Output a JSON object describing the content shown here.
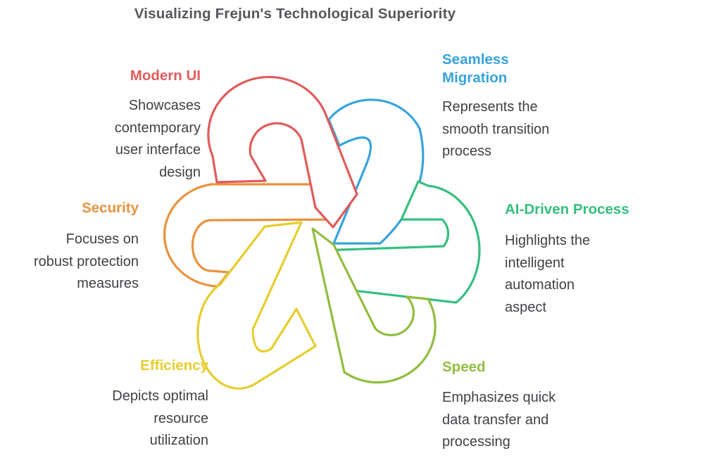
{
  "title": "Visualizing Frejun's Technological Superiority",
  "features": [
    {
      "id": "modern-ui",
      "label": "Modern UI",
      "description": "Showcases\ncontemporary\nuser interface\ndesign",
      "color": "#E15B5B",
      "align": "right"
    },
    {
      "id": "seamless-migration",
      "label": "Seamless\nMigration",
      "description": "Represents the\nsmooth transition\nprocess",
      "color": "#35A3DC",
      "align": "left"
    },
    {
      "id": "security",
      "label": "Security",
      "description": "Focuses on\nrobust protection\nmeasures",
      "color": "#E8923E",
      "align": "right"
    },
    {
      "id": "ai-driven-process",
      "label": "AI-Driven Process",
      "description": "Highlights the\nintelligent\nautomation\naspect",
      "color": "#35BE7E",
      "align": "left"
    },
    {
      "id": "efficiency",
      "label": "Efficiency",
      "description": "Depicts optimal\nresource\nutilization",
      "color": "#E6CD2E",
      "align": "right"
    },
    {
      "id": "speed",
      "label": "Speed",
      "description": "Emphasizes quick\ndata transfer and\nprocessing",
      "color": "#92BC3F",
      "align": "left"
    }
  ],
  "knot": {
    "loops": [
      {
        "id": "security-loop",
        "color": "#E8923E"
      },
      {
        "id": "seamless-migration-loop",
        "color": "#35A3DC"
      },
      {
        "id": "ai-driven-process-loop",
        "color": "#35BE7E"
      },
      {
        "id": "speed-loop",
        "color": "#92BC3F"
      },
      {
        "id": "efficiency-loop",
        "color": "#E6CD2E"
      },
      {
        "id": "modern-ui-loop",
        "color": "#E15B5B"
      }
    ]
  }
}
